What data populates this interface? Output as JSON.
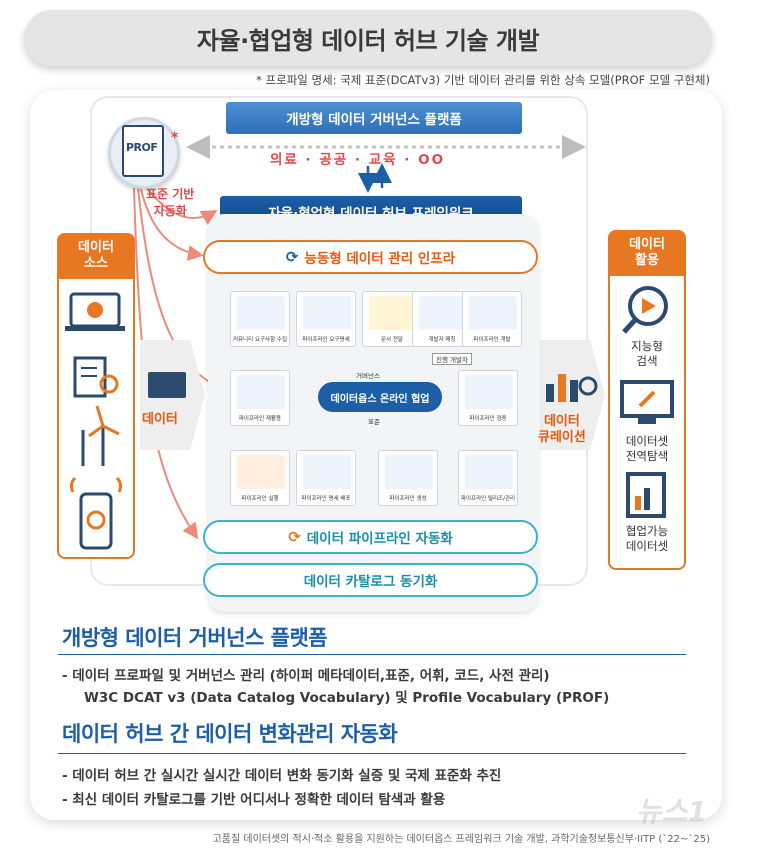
{
  "title": "자율·협업형 데이터 허브 기술 개발",
  "subnote": "* 프로파일 명세: 국제 표준(DCATv3) 기반 데이터 관리를 위한 상속 모델(PROF 모델 구현체)",
  "diagram": {
    "platform_banner": "개방형 데이터 거버넌스 플랫폼",
    "domains": "의료 · 공공 · 교육 · OO",
    "prof_badge": "PROF",
    "prof_star": "*",
    "prof_label_line1": "표준 기반",
    "prof_label_line2": "자동화",
    "hub_banner": "자율·협업형 데이터 허브 프레임워크",
    "infra_label": "능동형 데이터 관리 인프라",
    "pipeline_label": "데이터 파이프라인 자동화",
    "catalog_label": "데이터 카탈로그 동기화",
    "left_head": "데이터\n소스",
    "right_head": "데이터\n활용",
    "data_arrow_label": "데이터",
    "curation_line1": "데이터",
    "curation_line2": "큐레이션",
    "cycle_center": "데이터옵스 온라인 협업",
    "cycle_top": "거버넌스",
    "cycle_bottom": "표준",
    "steps": [
      "커뮤니티 요구사항 수집",
      "파이프라인 요구명세",
      "문서 전달",
      "개발자 매칭",
      "파이프라인 개발",
      "파이프라인 재활용",
      "진행 개발자",
      "파이프라인 검증",
      "파이프라인 실행",
      "파이프라인 명세 배포",
      "파이프라인 생성",
      "파이프라인 릴리즈/관리"
    ],
    "right_items": [
      {
        "icon": "search-play-icon",
        "line1": "지능형",
        "line2": "검색"
      },
      {
        "icon": "monitor-wrench-icon",
        "line1": "데이터셋",
        "line2": "전역탐색"
      },
      {
        "icon": "bar-chart-doc-icon",
        "line1": "협업가능",
        "line2": "데이터셋"
      }
    ],
    "left_items": [
      "laptop-gear-icon",
      "report-search-icon",
      "wind-turbine-icon",
      "smartphone-signal-icon"
    ]
  },
  "section1": {
    "title": "개방형 데이터 거버넌스 플랫폼",
    "bullet1": "-  데이터 프로파일 및 거버넌스 관리 (하이퍼 메타데이터,표준, 어휘, 코드, 사전 관리)",
    "bullet1_cont": "W3C DCAT v3 (Data Catalog Vocabulary) 및 Profile Vocabulary (PROF)"
  },
  "section2": {
    "title": "데이터 허브 간 데이터 변화관리 자동화",
    "bullet1": "-  데이터 허브 간 실시간 실시간 데이터 변화 동기화 실증 및 국제 표준화 추진",
    "bullet2": "-  최신 데이터 카탈로그를 기반 어디서나 정확한 데이터 탐색과 활용"
  },
  "footer": "고품질 데이터셋의 적시·적소 활용을 지원하는 데이터옵스 프레임워크 기술 개발, 과학기술정보통신부·IITP (`22~`25)",
  "watermark": "뉴스1",
  "colors": {
    "accent_blue": "#1d5fa7",
    "accent_orange": "#e87722",
    "accent_red": "#e04848",
    "accent_teal": "#3bb3c9"
  }
}
